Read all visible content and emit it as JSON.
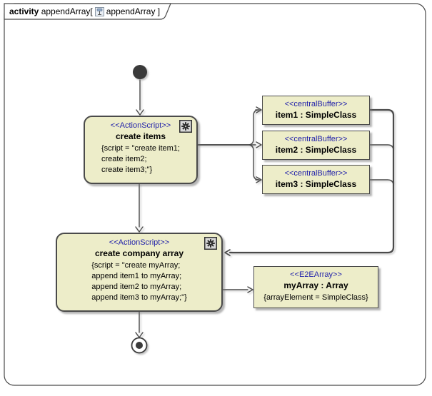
{
  "frame": {
    "kind": "activity",
    "name_open": " appendArray[",
    "diagram_name": "appendArray",
    "bracket_close": " ]"
  },
  "nodes": {
    "create_items": {
      "stereotype": "<<ActionScript>>",
      "name": "create items",
      "body": [
        "{script = \"create item1;",
        "create item2;",
        "create item3;\"}"
      ]
    },
    "item1": {
      "stereotype": "<<centralBuffer>>",
      "name": "item1 : SimpleClass"
    },
    "item2": {
      "stereotype": "<<centralBuffer>>",
      "name": "item2 : SimpleClass"
    },
    "item3": {
      "stereotype": "<<centralBuffer>>",
      "name": "item3 : SimpleClass"
    },
    "create_company_array": {
      "stereotype": "<<ActionScript>>",
      "name": "create company array",
      "body": [
        "{script = \"create myArray;",
        "append item1 to myArray;",
        "append item2 to myArray;",
        "append item3 to myArray;\"}"
      ]
    },
    "my_array": {
      "stereotype": "<<E2EArray>>",
      "name": "myArray : Array",
      "body": [
        "{arrayElement = SimpleClass}"
      ]
    }
  },
  "icons": {
    "action_icon": "gear-icon",
    "tab_icon": "activity-diagram-icon"
  },
  "colors": {
    "node_fill": "#EDEDC9",
    "node_border": "#4A4A4A",
    "stereotype_text": "#2222AA",
    "edge": "#4A4A4A",
    "text": "#000000"
  }
}
